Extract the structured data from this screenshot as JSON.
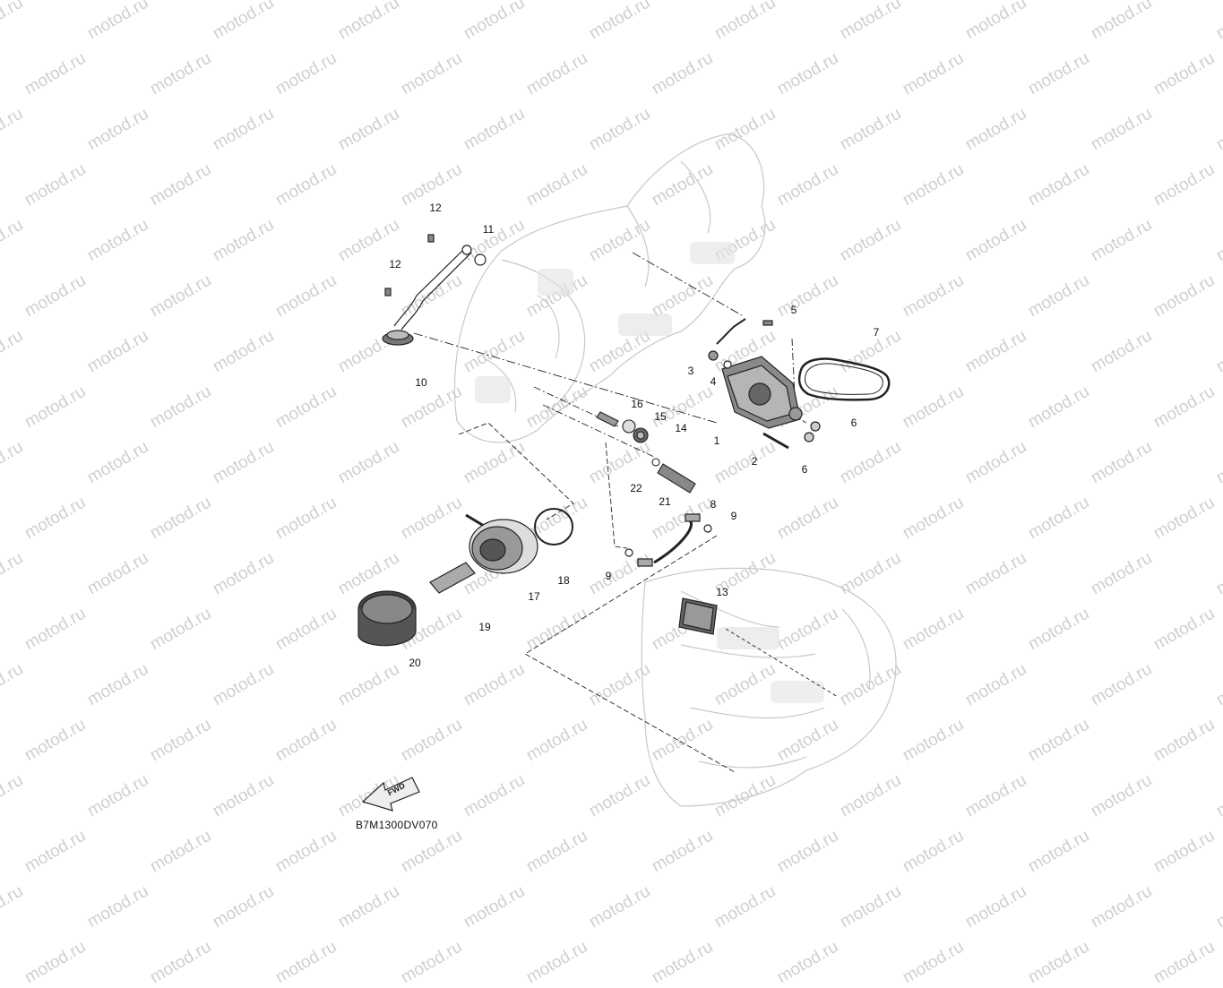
{
  "diagram": {
    "code": "B7M1300DV070",
    "watermark": "motod.ru",
    "fwd_label": "FWD",
    "parts": [
      {
        "n": "1"
      },
      {
        "n": "2"
      },
      {
        "n": "3"
      },
      {
        "n": "4"
      },
      {
        "n": "5"
      },
      {
        "n": "6"
      },
      {
        "n": "6"
      },
      {
        "n": "7"
      },
      {
        "n": "8"
      },
      {
        "n": "9"
      },
      {
        "n": "9"
      },
      {
        "n": "10"
      },
      {
        "n": "11"
      },
      {
        "n": "12"
      },
      {
        "n": "12"
      },
      {
        "n": "13"
      },
      {
        "n": "14"
      },
      {
        "n": "15"
      },
      {
        "n": "16"
      },
      {
        "n": "17"
      },
      {
        "n": "18"
      },
      {
        "n": "19"
      },
      {
        "n": "20"
      },
      {
        "n": "21"
      },
      {
        "n": "22"
      }
    ]
  }
}
